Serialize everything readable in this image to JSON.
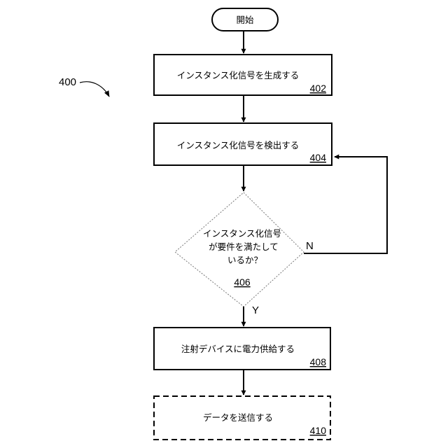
{
  "diagram_number": "400",
  "start": {
    "label": "開始"
  },
  "steps": [
    {
      "text": "インスタンス化信号を生成する",
      "ref": "402"
    },
    {
      "text": "インスタンス化信号を検出する",
      "ref": "404"
    }
  ],
  "decision": {
    "lines": [
      "インスタンス化信号",
      "が要件を満たして",
      "いるか？"
    ],
    "ref": "406",
    "no_label": "N",
    "yes_label": "Y"
  },
  "power_step": {
    "text": "注射デバイスに電力供給する",
    "ref": "408"
  },
  "optional_step": {
    "text": "データを送信する",
    "ref": "410"
  }
}
